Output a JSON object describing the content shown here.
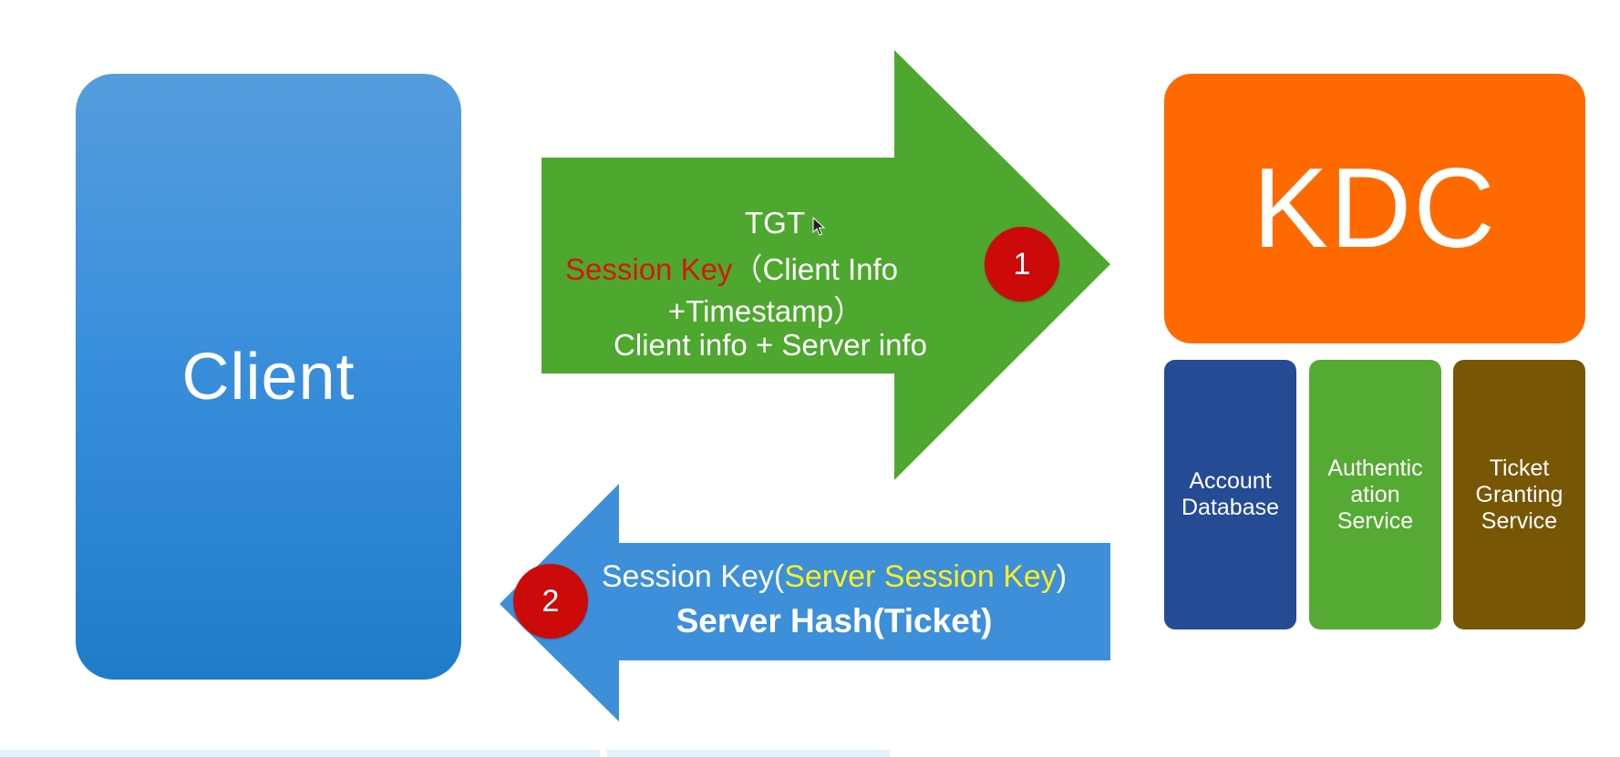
{
  "client": {
    "label": "Client"
  },
  "kdc": {
    "label": "KDC",
    "components": [
      {
        "label": "Account\nDatabase"
      },
      {
        "label": "Authentic\nation\nService"
      },
      {
        "label": "Ticket\nGranting\nService"
      }
    ]
  },
  "request_arrow": {
    "step": "1",
    "line1": "TGT",
    "line2_red": "Session Key",
    "line2_rest": "（Client Info",
    "line3": "+Timestamp）",
    "line4": "Client info + Server info"
  },
  "response_arrow": {
    "step": "2",
    "line1_prefix": "Session Key(",
    "line1_highlight": "Server Session Key",
    "line1_suffix": ")",
    "line2": "Server Hash(Ticket)"
  },
  "colors": {
    "client_blue": "#3a8fdc",
    "kdc_orange": "#ff6a00",
    "account_db": "#244b93",
    "authentication_service": "#55aa33",
    "ticket_granting_service": "#775606",
    "request_arrow_green": "#4ea72e",
    "response_arrow_blue": "#3d8fd9",
    "step_badge_red": "#cc0a0a",
    "session_key_red": "#d8160c",
    "server_session_key_yellow": "#ffee22"
  },
  "icons": {
    "cursor": "mouse-pointer-icon"
  }
}
